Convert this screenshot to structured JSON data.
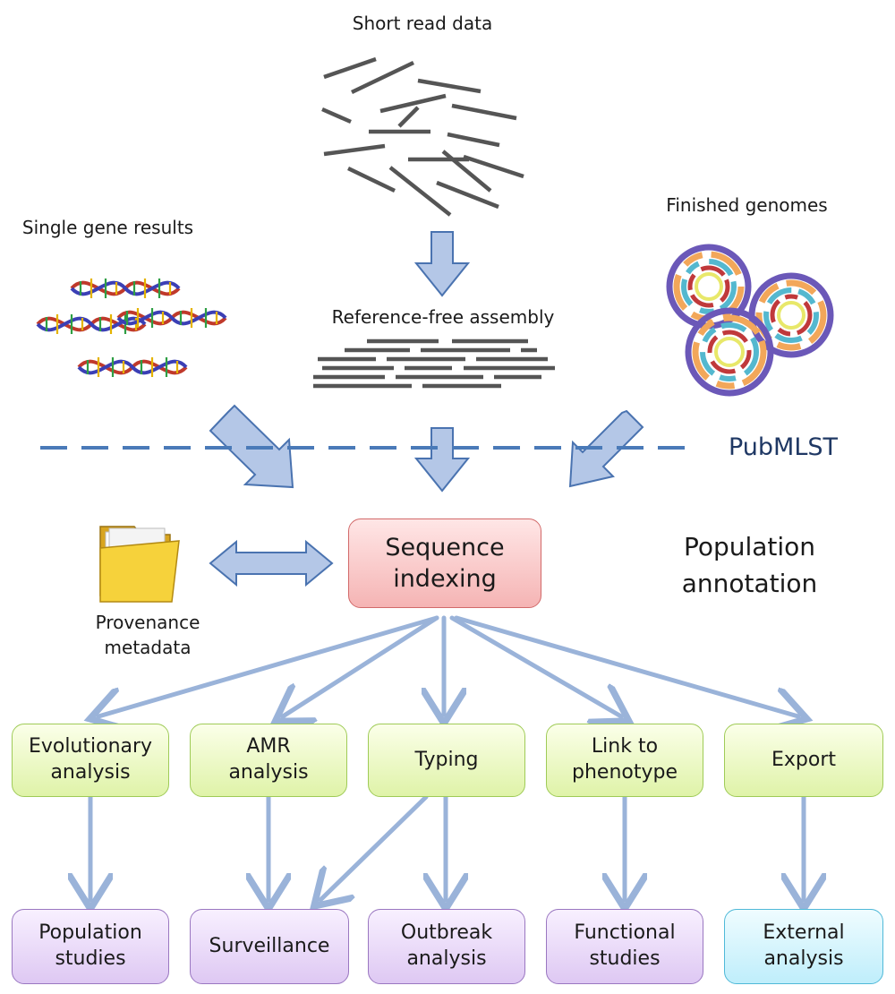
{
  "inputs": {
    "short_reads": "Short read data",
    "single_gene": "Single gene results",
    "finished": "Finished genomes",
    "assembly": "Reference-free assembly"
  },
  "platform": "PubMLST",
  "core": {
    "indexing": "Sequence\nindexing",
    "population_annotation": "Population\nannotation",
    "provenance": "Provenance\nmetadata"
  },
  "analyses": [
    {
      "id": "evolutionary",
      "label": "Evolutionary\nanalysis"
    },
    {
      "id": "amr",
      "label": "AMR\nanalysis"
    },
    {
      "id": "typing",
      "label": "Typing"
    },
    {
      "id": "phenotype",
      "label": "Link to\nphenotype"
    },
    {
      "id": "export",
      "label": "Export"
    }
  ],
  "outputs": [
    {
      "id": "population",
      "label": "Population\nstudies"
    },
    {
      "id": "surveillance",
      "label": "Surveillance"
    },
    {
      "id": "outbreak",
      "label": "Outbreak\nanalysis"
    },
    {
      "id": "functional",
      "label": "Functional\nstudies"
    },
    {
      "id": "external",
      "label": "External\nanalysis"
    }
  ],
  "colors": {
    "arrow_line": "#9ab3d9",
    "block_arrow_fill": "#b4c7e7",
    "block_arrow_stroke": "#4a73b0",
    "dashed_line": "#4a7ab8",
    "platform_text": "#1f3864",
    "read_lines": "#555555"
  }
}
